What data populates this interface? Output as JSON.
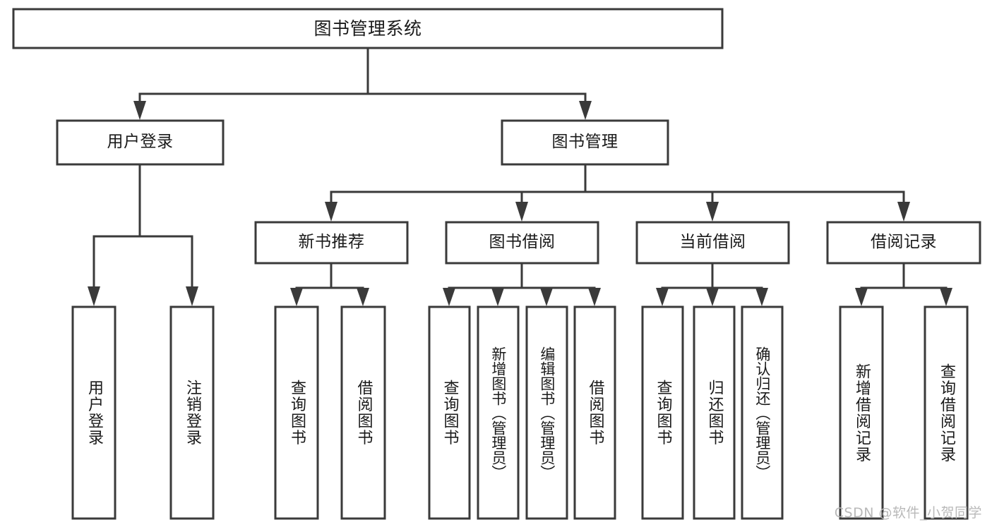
{
  "diagram": {
    "title": "图书管理系统",
    "watermark": "CSDN @软件_小贺同学",
    "colors": {
      "stroke": "#3a3a3a",
      "fill": "#ffffff",
      "text": "#1a1a1a",
      "watermark": "#b9b9b9"
    },
    "root": {
      "label": "图书管理系统"
    },
    "level2": [
      {
        "label": "用户登录"
      },
      {
        "label": "图书管理"
      }
    ],
    "level3": [
      {
        "label": "新书推荐"
      },
      {
        "label": "图书借阅"
      },
      {
        "label": "当前借阅"
      },
      {
        "label": "借阅记录"
      }
    ],
    "leaves": {
      "user_login": [
        {
          "label": "用户登录"
        },
        {
          "label": "注销登录"
        }
      ],
      "new_book_recommend": [
        {
          "label": "查询图书"
        },
        {
          "label": "借阅图书"
        }
      ],
      "book_borrow": [
        {
          "label": "查询图书"
        },
        {
          "label": "新增图书（管理员）"
        },
        {
          "label": "编辑图书（管理员）"
        },
        {
          "label": "借阅图书"
        }
      ],
      "current_borrow": [
        {
          "label": "查询图书"
        },
        {
          "label": "归还图书"
        },
        {
          "label": "确认归还（管理员）"
        }
      ],
      "borrow_records": [
        {
          "label": "新增借阅记录"
        },
        {
          "label": "查询借阅记录"
        }
      ]
    }
  }
}
